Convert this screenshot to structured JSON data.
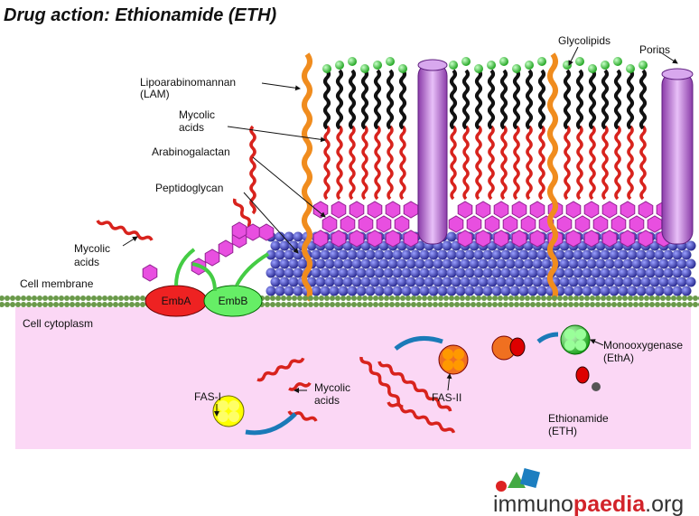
{
  "title": "Drug action: Ethionamide (ETH)",
  "labels": {
    "glycolipids": "Glycolipids",
    "porins": "Porins",
    "lam_1": "Lipoarabinomannan",
    "lam_2": "(LAM)",
    "mycolic_wall_1": "Mycolic",
    "mycolic_wall_2": "acids",
    "arabinogalactan": "Arabinogalactan",
    "peptidoglycan": "Peptidoglycan",
    "mycolic_left_1": "Mycolic",
    "mycolic_left_2": "acids",
    "cell_membrane": "Cell membrane",
    "cell_cytoplasm": "Cell cytoplasm",
    "emba": "EmbA",
    "embb": "EmbB",
    "monooxygenase_1": "Monooxygenase",
    "monooxygenase_2": "(EthA)",
    "fas1": "FAS-I",
    "mycolic_cyto_1": "Mycolic",
    "mycolic_cyto_2": "acids",
    "fas2": "FAS-II",
    "eth_1": "Ethionamide",
    "eth_2": "(ETH)"
  },
  "logo": {
    "part1": "immuno",
    "part2": "paedia",
    "part3": ".org"
  },
  "colors": {
    "cytoplasm": "#fbd7f5",
    "mycolic": "#d8231d",
    "lam": "#f08c1e",
    "hexagon": "#e84fe0",
    "peptidoglycan": "#3a3ab8",
    "porin": "#c080d8",
    "membrane": "#6a9a4a",
    "glycolipid_head": "#3ecf3e"
  }
}
